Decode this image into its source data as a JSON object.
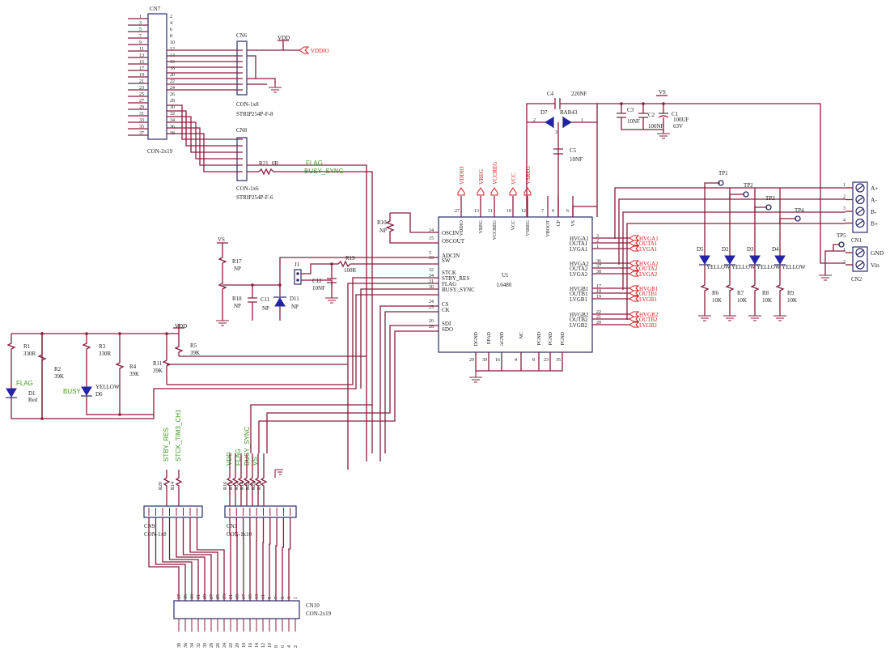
{
  "connectors": {
    "cn7": {
      "ref": "CN7",
      "type": "CON-2x19",
      "pins_left": [
        "1",
        "3",
        "5",
        "7",
        "9",
        "11",
        "13",
        "15",
        "17",
        "19",
        "21",
        "23",
        "25",
        "27",
        "29",
        "31",
        "33",
        "35",
        "37"
      ],
      "pins_right": [
        "2",
        "4",
        "6",
        "8",
        "10",
        "12",
        "14",
        "16",
        "18",
        "20",
        "22",
        "24",
        "26",
        "28",
        "30",
        "32",
        "34",
        "36",
        "38"
      ]
    },
    "cn6": {
      "ref": "CN6",
      "type": "CON-1x8",
      "part": "STRIP254P-F-8"
    },
    "cn8": {
      "ref": "CN8",
      "type": "CON-1x6",
      "part": "STRIP254P-F-6"
    },
    "cn9": {
      "ref": "CN9",
      "type": "CON-1x8"
    },
    "cn3": {
      "ref": "CN3",
      "type": "CON-1x10"
    },
    "cn10": {
      "ref": "CN10",
      "type": "CON-2x19",
      "pins_top": [
        "37",
        "35",
        "33",
        "31",
        "29",
        "27",
        "25",
        "23",
        "21",
        "19",
        "17",
        "15",
        "13",
        "11",
        "9",
        "7",
        "5",
        "3",
        "1"
      ],
      "pins_bottom": [
        "38",
        "36",
        "34",
        "32",
        "30",
        "28",
        "26",
        "24",
        "22",
        "20",
        "18",
        "16",
        "14",
        "12",
        "10",
        "8",
        "6",
        "4",
        "2"
      ]
    },
    "cn1": {
      "ref": "CN1",
      "labels": [
        "A+",
        "A-",
        "B-",
        "B+"
      ],
      "pins": [
        "1",
        "2",
        "3",
        "4"
      ]
    },
    "cn2": {
      "ref": "CN2",
      "labels": [
        "GND",
        "Vin"
      ],
      "pins": [
        "1",
        "2"
      ]
    }
  },
  "ic": {
    "ref": "U1",
    "part": "L6480",
    "top_pins": [
      {
        "num": "27",
        "name": "VDDIO"
      },
      {
        "num": "13",
        "name": "VREG"
      },
      {
        "num": "11",
        "name": "VCCREG"
      },
      {
        "num": "10",
        "name": "VCC"
      },
      {
        "num": "12",
        "name": "VSREG"
      },
      {
        "num": "7",
        "name": "VBOOT"
      },
      {
        "num": "9",
        "name": "CP"
      },
      {
        "num": "6",
        "name": "VS"
      }
    ],
    "left_pins": [
      {
        "num": "14",
        "name": "OSCIN"
      },
      {
        "num": "15",
        "name": "OSCOUT"
      },
      {
        "num": "5",
        "name": "ADCIN"
      },
      {
        "num": "33",
        "name": "SW"
      },
      {
        "num": "32",
        "name": "STCK"
      },
      {
        "num": "34",
        "name": "STBY_RES"
      },
      {
        "num": "31",
        "name": "FLAG"
      },
      {
        "num": "30",
        "name": "BUSY_SYNC"
      },
      {
        "num": "24",
        "name": "CS"
      },
      {
        "num": "25",
        "name": "CK"
      },
      {
        "num": "26",
        "name": "SDI"
      },
      {
        "num": "28",
        "name": "SDO"
      }
    ],
    "right_pins": [
      {
        "num": "3",
        "name": "HVGA1"
      },
      {
        "num": "2",
        "name": "OUTA1"
      },
      {
        "num": "1",
        "name": "LVGA1"
      },
      {
        "num": "36",
        "name": "HVGA2"
      },
      {
        "num": "37",
        "name": "OUTA2"
      },
      {
        "num": "38",
        "name": "LVGA2"
      },
      {
        "num": "17",
        "name": "HVGB1"
      },
      {
        "num": "18",
        "name": "OUTB1"
      },
      {
        "num": "19",
        "name": "LVGB1"
      },
      {
        "num": "22",
        "name": "HVGB2"
      },
      {
        "num": "21",
        "name": "OUTB2"
      },
      {
        "num": "20",
        "name": "LVGB2"
      }
    ],
    "bottom_pins": [
      {
        "num": "29",
        "name": "DGND"
      },
      {
        "num": "39",
        "name": "EPAD"
      },
      {
        "num": "16",
        "name": "AGND"
      },
      {
        "num": "4",
        "name": "NC"
      },
      {
        "num": "8",
        "name": "PGND"
      },
      {
        "num": "23",
        "name": "PGND"
      },
      {
        "num": "35",
        "name": "PGND"
      }
    ]
  },
  "nets": {
    "vdd": "VDD",
    "vs": "VS",
    "vddio": "VDDIO",
    "vreg": "VREG",
    "vccreg": "VCCREG",
    "vcc": "VCC",
    "vsreg": "VSREG",
    "flag": "FLAG",
    "busy_sync": "BUSY_SYNC",
    "stby_res": "STBY_RES",
    "stck_tim": "STCK_TIM3_CH1",
    "hvga1": "HVGA1",
    "outa1": "OUTA1",
    "lvga1": "LVGA1",
    "hvga2": "HVGA2",
    "outa2": "OUTA2",
    "lvga2": "LVGA2",
    "hvgb1": "HVGB1",
    "outb1": "OUTB1",
    "lvgb1": "LVGB1",
    "hvgb2": "HVGB2",
    "outb2": "OUTB2",
    "lvgb2": "LVGB2"
  },
  "components": {
    "r1": {
      "ref": "R1",
      "value": "330R"
    },
    "r2": {
      "ref": "R2",
      "value": "39K"
    },
    "r3": {
      "ref": "R3",
      "value": "330R"
    },
    "r4": {
      "ref": "R4",
      "value": "39K"
    },
    "r5": {
      "ref": "R5",
      "value": "39K"
    },
    "r11": {
      "ref": "R11",
      "value": "39K"
    },
    "r6": {
      "ref": "R6",
      "value": "10K"
    },
    "r7": {
      "ref": "R7",
      "value": "10K"
    },
    "r8": {
      "ref": "R8",
      "value": "10K"
    },
    "r9": {
      "ref": "R9",
      "value": "10K"
    },
    "r10": {
      "ref": "R10",
      "value": "NP"
    },
    "r17": {
      "ref": "R17",
      "value": "NP"
    },
    "r18": {
      "ref": "R18",
      "value": "NP"
    },
    "r19": {
      "ref": "R19",
      "value": "100R"
    },
    "r21": {
      "ref": "R21",
      "value": "0R"
    },
    "c1": {
      "ref": "C1",
      "value": "100UF",
      "rating": "63V"
    },
    "c2": {
      "ref": "C2",
      "value": "100NF"
    },
    "c3": {
      "ref": "C3",
      "value": "10NF"
    },
    "c4": {
      "ref": "C4",
      "value": "220NF"
    },
    "c5": {
      "ref": "C5",
      "value": "10NF"
    },
    "c11": {
      "ref": "C11",
      "value": "NP"
    },
    "c12": {
      "ref": "C12",
      "value": "10NF"
    },
    "d1": {
      "ref": "D1",
      "value": "Red",
      "label": "FLAG"
    },
    "d6": {
      "ref": "D6",
      "value": "YELLOW",
      "label": "BUSY"
    },
    "d2": {
      "ref": "D2",
      "value": "YELLOW"
    },
    "d3": {
      "ref": "D3",
      "value": "YELLOW"
    },
    "d4": {
      "ref": "D4",
      "value": "YELLOW"
    },
    "d5": {
      "ref": "D5",
      "value": "YELLOW"
    },
    "d7": {
      "ref": "D7",
      "value": "BAR43"
    },
    "d11": {
      "ref": "D11",
      "value": "NP"
    },
    "j1": {
      "ref": "J1"
    },
    "tp1": {
      "ref": "TP1"
    },
    "tp2": {
      "ref": "TP2"
    },
    "tp3": {
      "ref": "TP3"
    },
    "tp4": {
      "ref": "TP4"
    },
    "tp5": {
      "ref": "TP5"
    }
  },
  "resistor_array": {
    "left_refs": [
      "R20",
      "R14"
    ],
    "right_refs": [
      "R16",
      "R15",
      "R13",
      "R14",
      "R22",
      "R23",
      "R12"
    ]
  }
}
